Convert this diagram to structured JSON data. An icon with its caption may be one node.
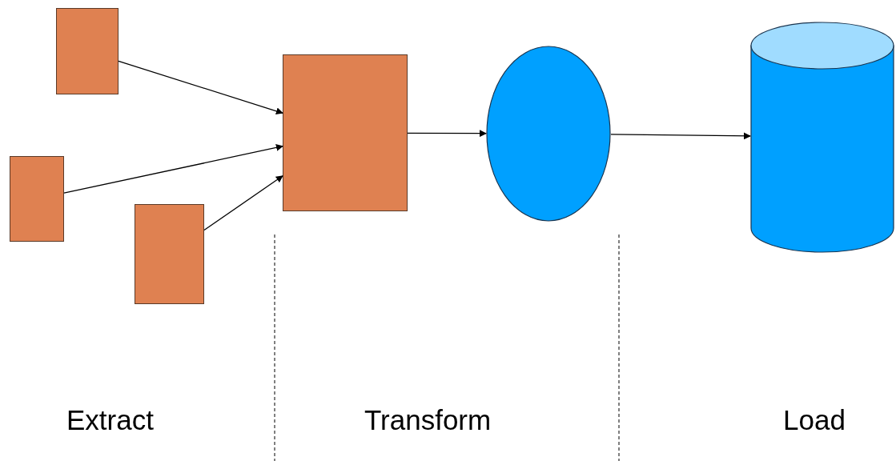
{
  "diagram": {
    "nodes": [
      {
        "text": [],
        "shape": "box"
      },
      {
        "text": [],
        "shape": "box"
      },
      {
        "text": [],
        "shape": "box"
      },
      {
        "text": [],
        "shape": "box"
      },
      {
        "text": [],
        "shape": "ellipse"
      },
      {
        "text": [],
        "shape": "cylinder"
      }
    ],
    "edges": [
      {
        "from": 0,
        "to": 3,
        "arrow": "to"
      },
      {
        "from": 1,
        "to": 3,
        "arrow": "to"
      },
      {
        "from": 2,
        "to": 3,
        "arrow": "to"
      },
      {
        "from": 3,
        "to": 4,
        "arrow": "to"
      },
      {
        "from": 4,
        "to": 5,
        "arrow": "to"
      }
    ],
    "labels": [
      "Extract",
      "Transform",
      "Load"
    ]
  }
}
